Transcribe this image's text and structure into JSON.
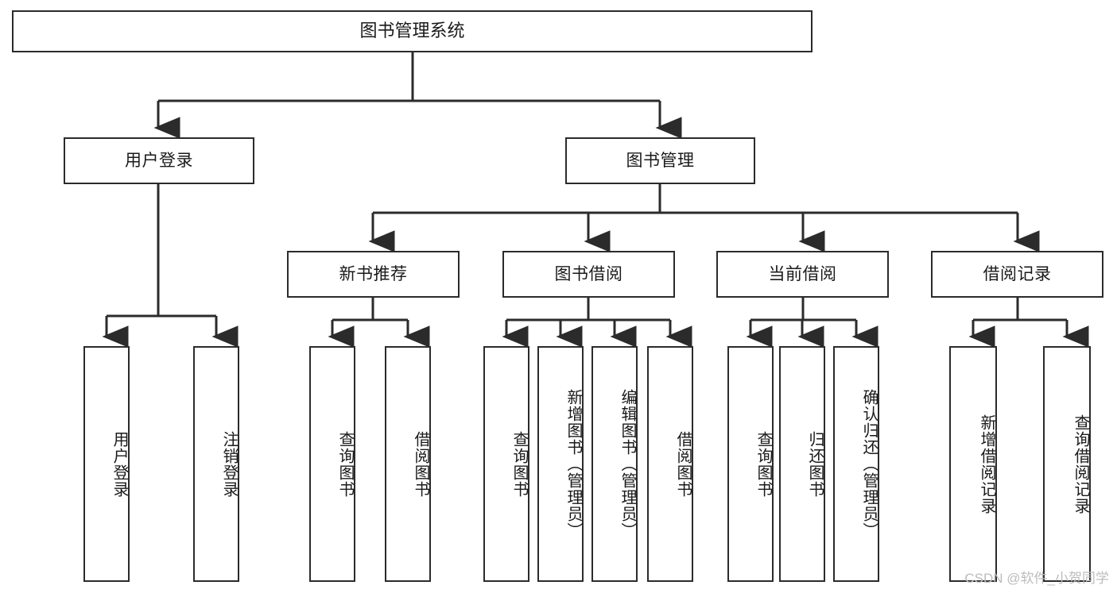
{
  "diagram": {
    "title": "图书管理系统",
    "type": "tree-hierarchy",
    "root": {
      "label": "图书管理系统"
    },
    "level1": [
      {
        "label": "用户登录"
      },
      {
        "label": "图书管理"
      }
    ],
    "level2": [
      {
        "label": "新书推荐"
      },
      {
        "label": "图书借阅"
      },
      {
        "label": "当前借阅"
      },
      {
        "label": "借阅记录"
      }
    ],
    "leaves": {
      "user_login": [
        {
          "label": "用户登录"
        },
        {
          "label": "注销登录"
        }
      ],
      "new_book_recommend": [
        {
          "label": "查询图书"
        },
        {
          "label": "借阅图书"
        }
      ],
      "book_borrow": [
        {
          "label": "查询图书"
        },
        {
          "label": "新增图书（管理员）"
        },
        {
          "label": "编辑图书（管理员）"
        },
        {
          "label": "借阅图书"
        }
      ],
      "current_borrow": [
        {
          "label": "查询图书"
        },
        {
          "label": "归还图书"
        },
        {
          "label": "确认归还（管理员）"
        }
      ],
      "borrow_record": [
        {
          "label": "新增借阅记录"
        },
        {
          "label": "查询借阅记录"
        }
      ]
    }
  },
  "watermark": {
    "text": "CSDN @软件_小贺同学"
  },
  "colors": {
    "stroke": "#2b2b2b",
    "background": "#ffffff",
    "text": "#1a1a1a",
    "watermark": "#bcbcbc"
  }
}
